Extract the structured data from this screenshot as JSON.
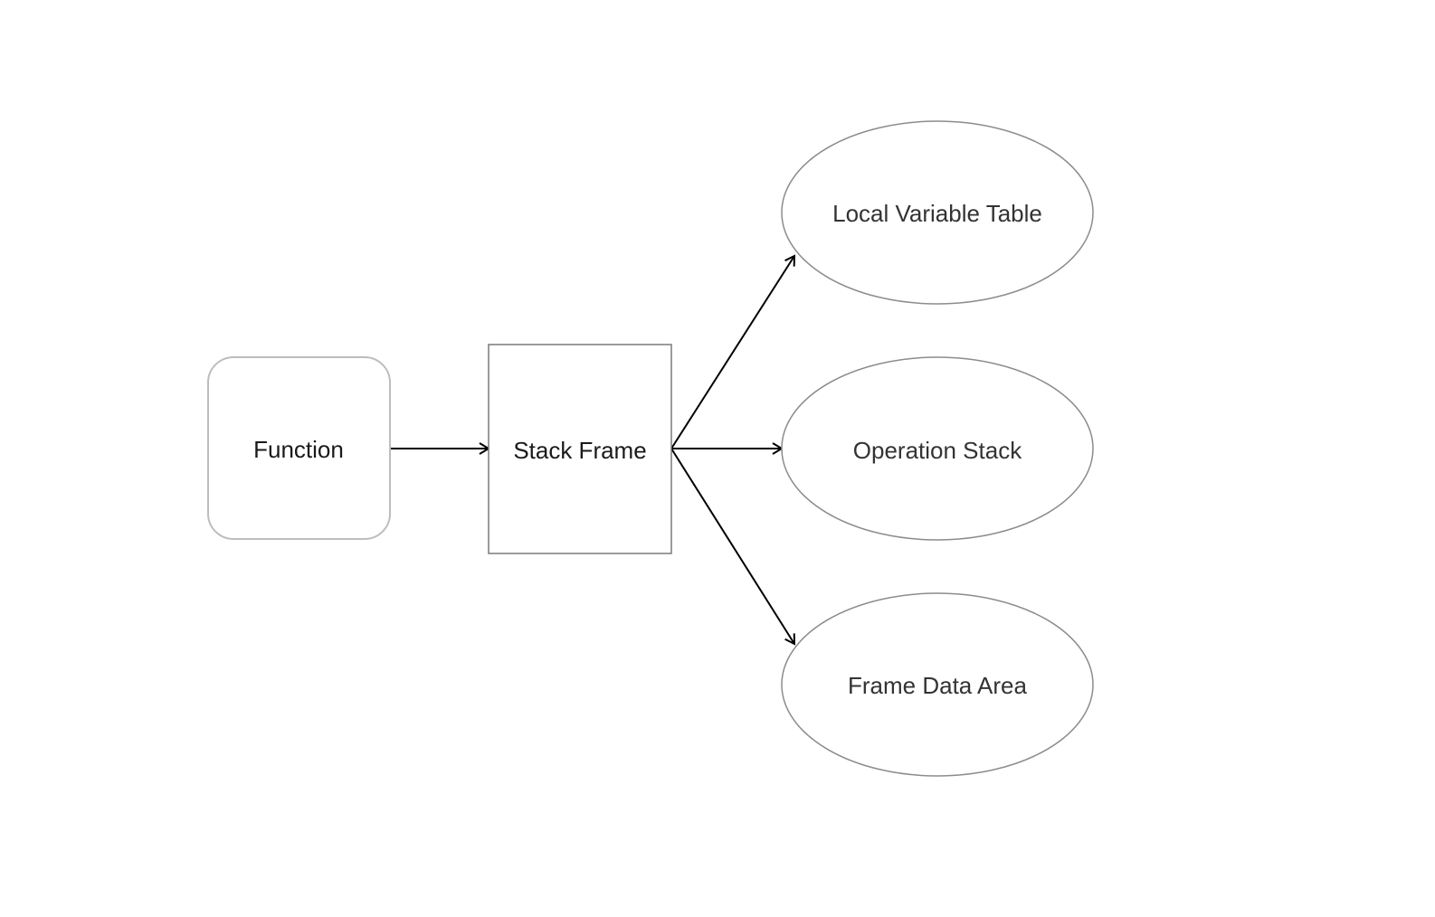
{
  "diagram": {
    "nodes": {
      "function": {
        "label": "Function",
        "shape": "rounded-rectangle"
      },
      "stack_frame": {
        "label": "Stack Frame",
        "shape": "rectangle"
      },
      "local_variable_table": {
        "label": "Local Variable Table",
        "shape": "ellipse"
      },
      "operation_stack": {
        "label": "Operation Stack",
        "shape": "ellipse"
      },
      "frame_data_area": {
        "label": "Frame Data Area",
        "shape": "ellipse"
      }
    },
    "edges": [
      {
        "from": "function",
        "to": "stack_frame"
      },
      {
        "from": "stack_frame",
        "to": "local_variable_table"
      },
      {
        "from": "stack_frame",
        "to": "operation_stack"
      },
      {
        "from": "stack_frame",
        "to": "frame_data_area"
      }
    ],
    "colors": {
      "background": "#ffffff",
      "function_border": "#bdbdbd",
      "box_border": "#7a7a7a",
      "ellipse_border": "#8c8c8c",
      "arrow": "#000000",
      "label_dark": "#1a1a1a",
      "label_gray": "#333333"
    }
  }
}
